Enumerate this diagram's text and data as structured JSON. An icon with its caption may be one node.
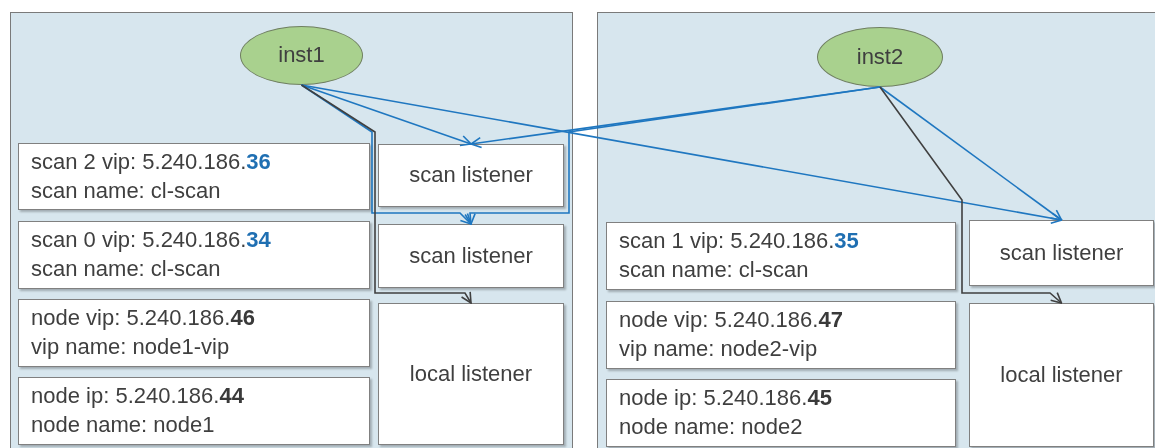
{
  "diagram": {
    "nodes": [
      {
        "text": [],
        "shape": "box"
      },
      {
        "text": [
          "inst1"
        ],
        "in": 0
      },
      {
        "text": [
          "scan 2 vip: 5.240.186.**36**",
          "scan name: cl-scan"
        ],
        "in": 0
      },
      {
        "text": [
          "scan listener"
        ],
        "in": 0
      },
      {
        "text": [
          "scan 0 vip: 5.240.186.**34**",
          "scan name: cl-scan"
        ],
        "in": 0
      },
      {
        "text": [
          "scan listener"
        ],
        "in": 0
      },
      {
        "text": [
          "node vip: 5.240.186.**46**",
          "vip name: node1-vip"
        ],
        "in": 0
      },
      {
        "text": [
          "local listener"
        ],
        "in": 0
      },
      {
        "text": [
          "node ip: 5.240.186.**44**",
          "node name: node1"
        ],
        "in": 0
      },
      {
        "text": [],
        "shape": "box"
      },
      {
        "text": [
          "inst2"
        ],
        "in": 9
      },
      {
        "text": [
          "scan 1 vip: 5.240.186.**35**",
          "scan name: cl-scan"
        ],
        "in": 9
      },
      {
        "text": [
          "scan listener"
        ],
        "in": 9
      },
      {
        "text": [
          "node vip: 5.240.186.**47**",
          "vip name: node2-vip"
        ],
        "in": 9
      },
      {
        "text": [
          "local listener"
        ],
        "in": 9
      },
      {
        "text": [
          "node ip: 5.240.186.**45**",
          "node name: node2"
        ],
        "in": 9
      }
    ],
    "edges": [
      {
        "from": 1,
        "to": 3,
        "arrow": "to"
      },
      {
        "from": 1,
        "to": 5,
        "arrow": "to"
      },
      {
        "from": 1,
        "to": 12,
        "arrow": "to"
      },
      {
        "from": 1,
        "to": 7,
        "arrow": "to",
        "color": "#404040"
      },
      {
        "from": 10,
        "to": 3,
        "arrow": "to"
      },
      {
        "from": 10,
        "to": 5,
        "arrow": "to"
      },
      {
        "from": 10,
        "to": 12,
        "arrow": "to"
      },
      {
        "from": 10,
        "to": 14,
        "arrow": "to",
        "color": "#404040"
      }
    ]
  }
}
